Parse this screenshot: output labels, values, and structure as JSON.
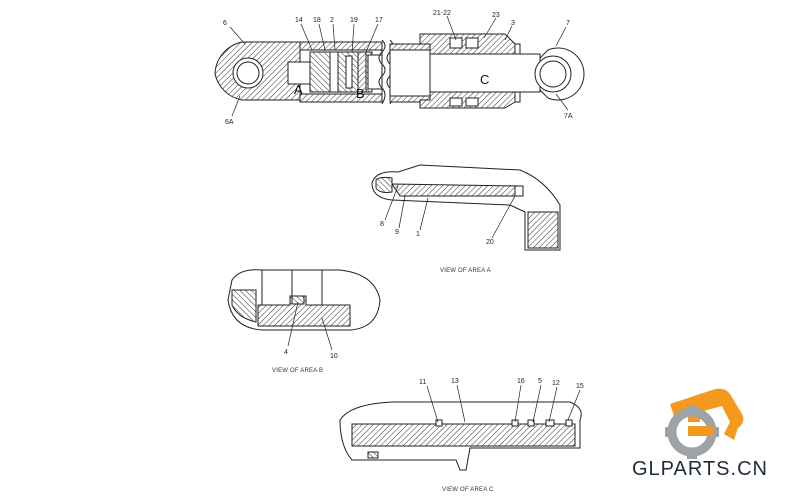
{
  "diagram": {
    "callouts": {
      "c6": "6",
      "c6a": "6A",
      "c14": "14",
      "c18": "18",
      "c2": "2",
      "c19": "19",
      "c17": "17",
      "c2122": "21-22",
      "c23": "23",
      "c3": "3",
      "c7": "7",
      "c7a": "7A",
      "areaA": "A",
      "areaB": "B",
      "areaC": "C",
      "c8": "8",
      "c9": "9",
      "c1": "1",
      "c20": "20",
      "c4": "4",
      "c10": "10",
      "c11": "11",
      "c13": "13",
      "c16": "16",
      "c5": "5",
      "c12": "12",
      "c15": "15"
    },
    "captions": {
      "view_a": "VIEW OF AREA  A",
      "view_b": "VIEW OF AREA  B",
      "view_c": "VIEW OF AREA  C"
    }
  },
  "brand": {
    "logo_text": "GLPARTS.CN",
    "colors": {
      "orange": "#f39a1e",
      "gray": "#9ea3a8",
      "dark": "#1f2a3a"
    }
  }
}
